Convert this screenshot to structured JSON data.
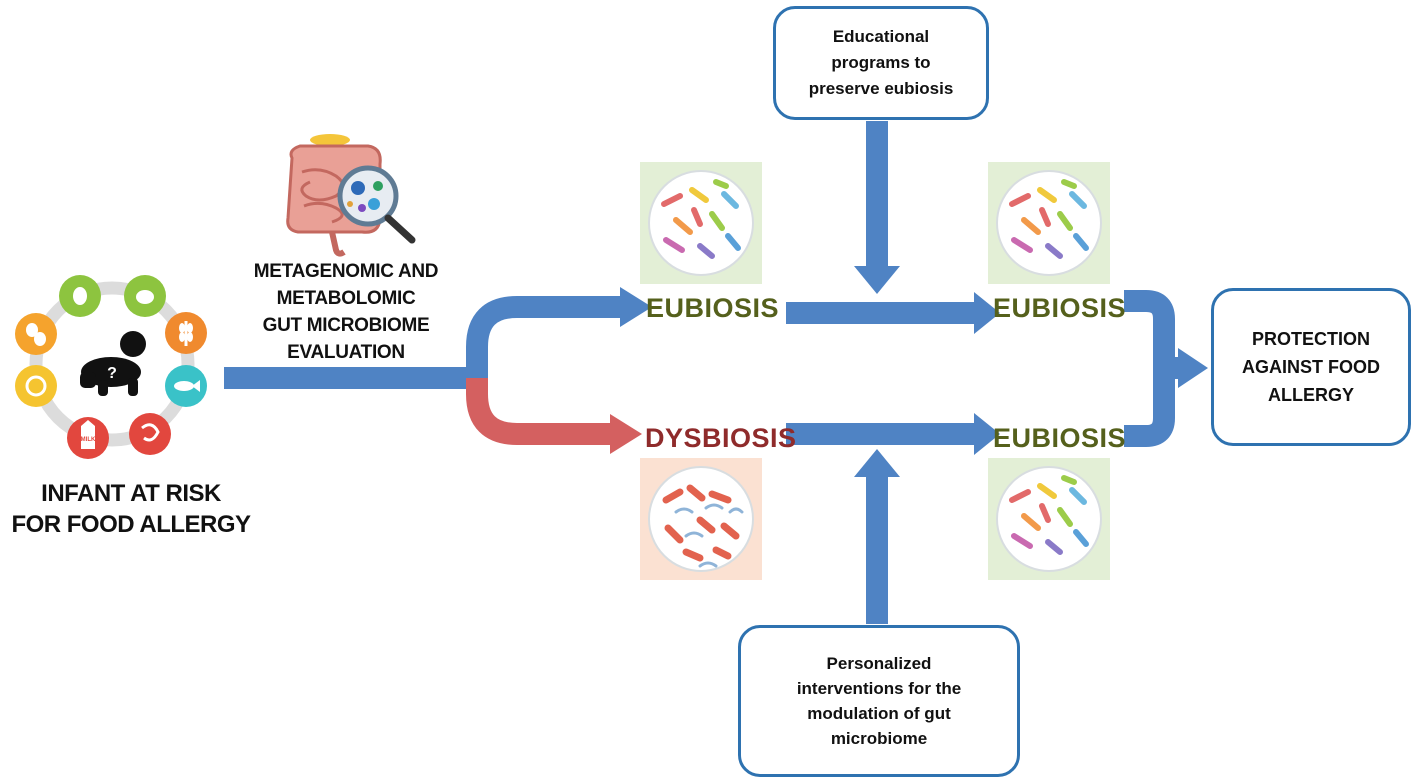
{
  "infant": {
    "label": "INFANT AT RISK\nFOR FOOD ALLERGY",
    "ring_icons": [
      "egg-icon",
      "nut-icon",
      "wheat-icon",
      "fish-icon",
      "shrimp-icon",
      "milk-icon",
      "peanut-icon",
      "soy-icon"
    ],
    "milk_text": "MILK"
  },
  "evaluation": {
    "label": "METAGENOMIC AND\nMETABOLOMIC\nGUT MICROBIOME\nEVALUATION"
  },
  "states": {
    "eubiosis_initial": "EUBIOSIS",
    "dysbiosis_initial": "DYSBIOSIS",
    "eubiosis_preserved": "EUBIOSIS",
    "eubiosis_restored": "EUBIOSIS"
  },
  "boxes": {
    "educational": "Educational\nprograms to\npreserve eubiosis",
    "personalized": "Personalized\ninterventions for the\nmodulation of gut\nmicrobiome",
    "protection": "PROTECTION\nAGAINST FOOD\nALLERGY"
  },
  "colors": {
    "arrow_blue": "#4f83c4",
    "arrow_red": "#d46060",
    "box_border": "#2e72b0",
    "eubiosis_text": "#55601c",
    "dysbiosis_text": "#8f2b2b",
    "eubiosis_tile": "#e3efd6",
    "dysbiosis_tile": "#fbe1d2"
  }
}
